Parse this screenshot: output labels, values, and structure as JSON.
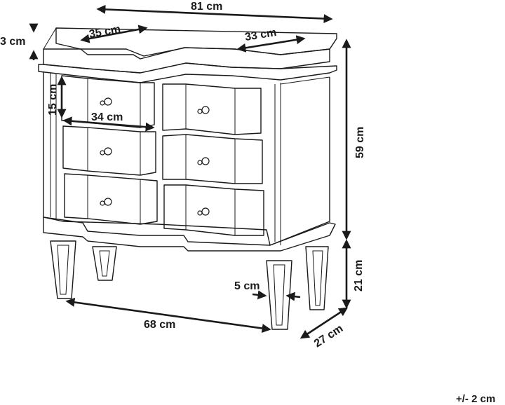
{
  "dimensions": {
    "total_width": "81 cm",
    "top_thickness": "3 cm",
    "top_front_left_segment": "35 cm",
    "top_side_segment": "33 cm",
    "drawer_height": "15 cm",
    "drawer_width": "34 cm",
    "body_height": "59 cm",
    "leg_height": "21 cm",
    "leg_width": "5 cm",
    "leg_span": "68 cm",
    "depth": "27 cm"
  },
  "tolerance_note": "+/- 2 cm",
  "drawers": {
    "rows": 3,
    "columns": 2
  }
}
